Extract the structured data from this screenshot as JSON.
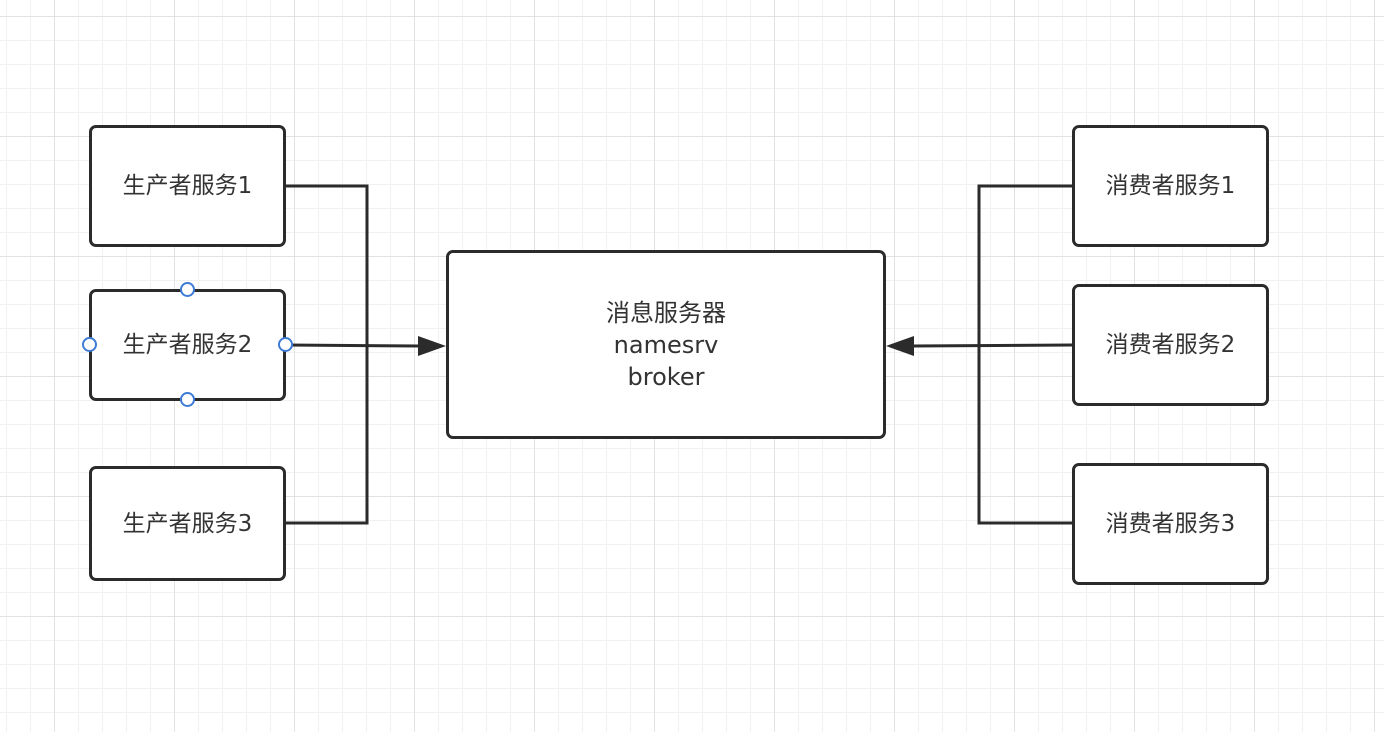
{
  "diagram": {
    "producers": [
      {
        "label": "生产者服务1"
      },
      {
        "label": "生产者服务2"
      },
      {
        "label": "生产者服务3"
      }
    ],
    "server": {
      "lines": [
        "消息服务器",
        "namesrv",
        "broker"
      ]
    },
    "consumers": [
      {
        "label": "消费者服务1"
      },
      {
        "label": "消费者服务2"
      },
      {
        "label": "消费者服务3"
      }
    ]
  },
  "colors": {
    "stroke": "#2b2b2b",
    "text": "#333333",
    "selection": "#3e7bd6"
  }
}
